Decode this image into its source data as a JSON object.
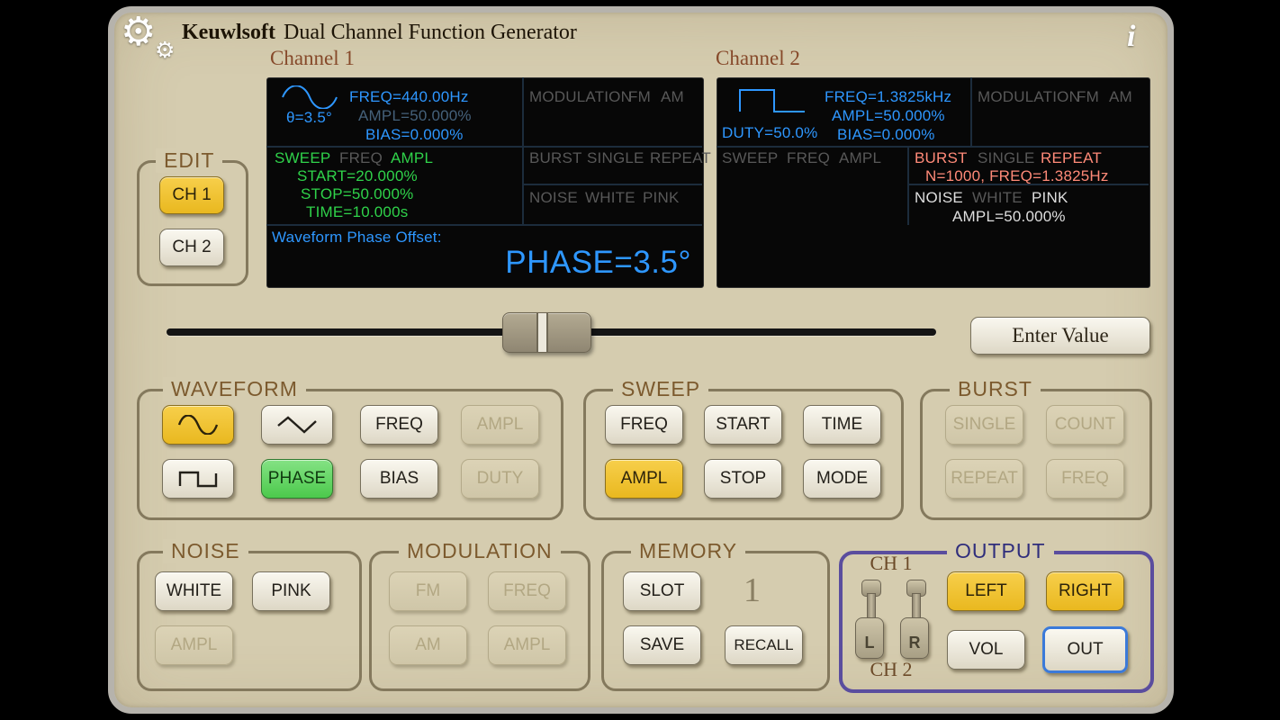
{
  "header": {
    "brand": "Keuwlsoft",
    "title": "Dual Channel Function Generator",
    "info_icon": "i",
    "gear_icon": "⚙"
  },
  "channel1": {
    "label": "Channel 1",
    "theta": "θ=3.5°",
    "freq": "FREQ=440.00Hz",
    "ampl": "AMPL=50.000%",
    "bias": "BIAS=0.000%",
    "modulation": "MODULATION",
    "fm": "FM",
    "am": "AM",
    "sweep": "SWEEP",
    "sweep_freq": "FREQ",
    "sweep_ampl": "AMPL",
    "start": "START=20.000%",
    "stop": "STOP=50.000%",
    "time": "TIME=10.000s",
    "burst": "BURST",
    "single": "SINGLE",
    "repeat": "REPEAT",
    "noise": "NOISE",
    "white": "WHITE",
    "pink": "PINK",
    "phase_caption": "Waveform Phase Offset:",
    "phase_value": "PHASE=3.5°"
  },
  "channel2": {
    "label": "Channel 2",
    "duty": "DUTY=50.0%",
    "freq": "FREQ=1.3825kHz",
    "ampl": "AMPL=50.000%",
    "bias": "BIAS=0.000%",
    "modulation": "MODULATION",
    "fm": "FM",
    "am": "AM",
    "sweep": "SWEEP",
    "sweep_freq": "FREQ",
    "sweep_ampl": "AMPL",
    "burst": "BURST",
    "single": "SINGLE",
    "repeat": "REPEAT",
    "burst_detail": "N=1000, FREQ=1.3825Hz",
    "noise": "NOISE",
    "white": "WHITE",
    "pink": "PINK",
    "noise_ampl": "AMPL=50.000%"
  },
  "edit": {
    "title": "EDIT",
    "ch1": "CH 1",
    "ch2": "CH 2"
  },
  "enter_value_label": "Enter Value",
  "waveform": {
    "title": "WAVEFORM",
    "freq": "FREQ",
    "ampl": "AMPL",
    "phase": "PHASE",
    "bias": "BIAS",
    "duty": "DUTY"
  },
  "sweep": {
    "title": "SWEEP",
    "freq": "FREQ",
    "start": "START",
    "time": "TIME",
    "ampl": "AMPL",
    "stop": "STOP",
    "mode": "MODE"
  },
  "burst": {
    "title": "BURST",
    "single": "SINGLE",
    "count": "COUNT",
    "repeat": "REPEAT",
    "freq": "FREQ"
  },
  "noise": {
    "title": "NOISE",
    "white": "WHITE",
    "pink": "PINK",
    "ampl": "AMPL"
  },
  "modulation": {
    "title": "MODULATION",
    "fm": "FM",
    "freq": "FREQ",
    "am": "AM",
    "ampl": "AMPL"
  },
  "memory": {
    "title": "MEMORY",
    "slot": "SLOT",
    "slot_value": "1",
    "save": "SAVE",
    "recall": "RECALL"
  },
  "output": {
    "title": "OUTPUT",
    "ch1": "CH 1",
    "ch2": "CH 2",
    "left_switch": "L",
    "right_switch": "R",
    "left": "LEFT",
    "right": "RIGHT",
    "vol": "VOL",
    "out": "OUT"
  },
  "colors": {
    "panel": "#d5ccaf",
    "button_yellow": "#efc02f",
    "phase_green": "#63d063",
    "screen_blue": "#2e97ff",
    "screen_green": "#2fd24a",
    "screen_red": "#ff8a78",
    "screen_dim": "#585858",
    "output_border": "#5a4d9e",
    "out_button_border": "#3b7ad9"
  }
}
